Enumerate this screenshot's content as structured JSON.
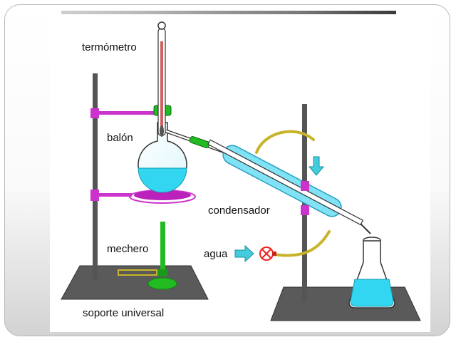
{
  "labels": {
    "thermometer": "termómetro",
    "flask": "balón",
    "condenser": "condensador",
    "burner": "mechero",
    "water": "agua",
    "stand": "soporte universal"
  },
  "colors": {
    "glass_outline": "#333333",
    "liquid": "#33d6f0",
    "condenser_jacket": "#7fe3f5",
    "stand_rod": "#555555",
    "base_plate": "#5a5a5a",
    "clamp": "#cc33cc",
    "burner": "#22bb22",
    "hose": "#c8b42a",
    "valve": "#ee2222",
    "arrow": "#44ccdd",
    "thermometer_fill": "#d06060"
  }
}
